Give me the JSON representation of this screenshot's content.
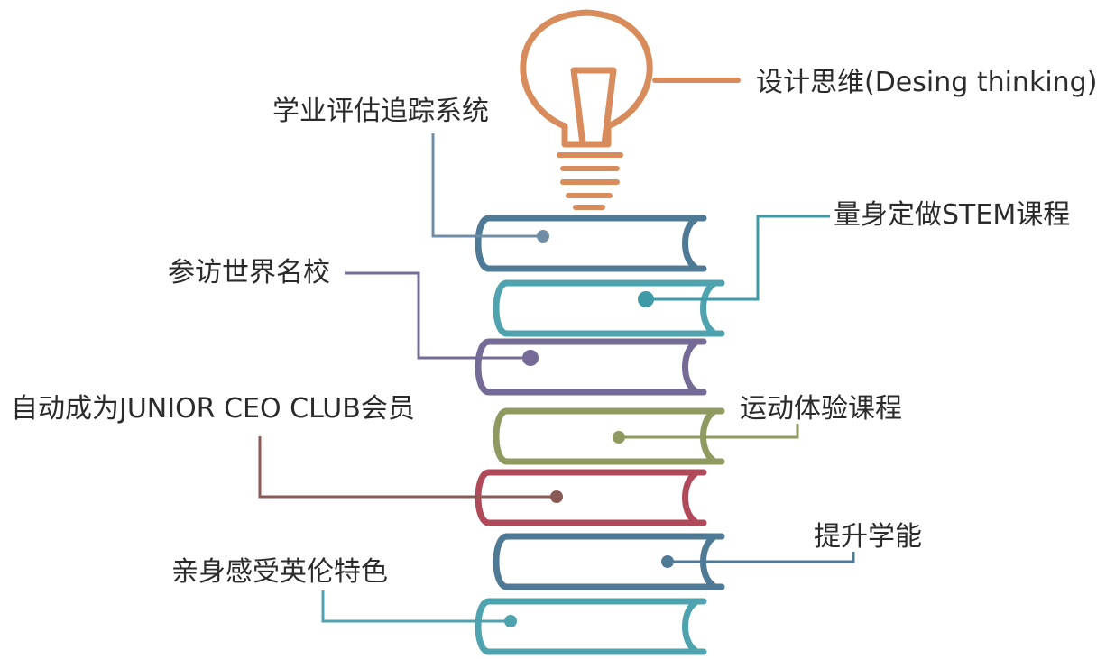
{
  "labels": {
    "design_thinking": "设计思维(Desing thinking)",
    "tracking": "学业评估追踪系统",
    "stem": "量身定做STEM课程",
    "visit": "参访世界名校",
    "ceo_club": "自动成为JUNIOR CEO CLUB会员",
    "sports": "运动体验课程",
    "ability": "提升学能",
    "british": "亲身感受英伦特色"
  },
  "colors": {
    "bulb": "#d98c5b",
    "book_1": "#4f7a96",
    "book_2": "#4fa3ae",
    "book_3": "#756b96",
    "book_4": "#8e9a60",
    "book_5": "#b04a5a",
    "book_6": "#4f7a96",
    "book_7": "#4fa3ae",
    "connector_tracking": "#6f8ea6",
    "connector_stem": "#3f9aa8",
    "connector_visit": "#756b96",
    "connector_ceo": "#8a5a55",
    "connector_sports": "#8e9a60",
    "connector_ability": "#4f7a96",
    "connector_british": "#4fa3ae"
  }
}
